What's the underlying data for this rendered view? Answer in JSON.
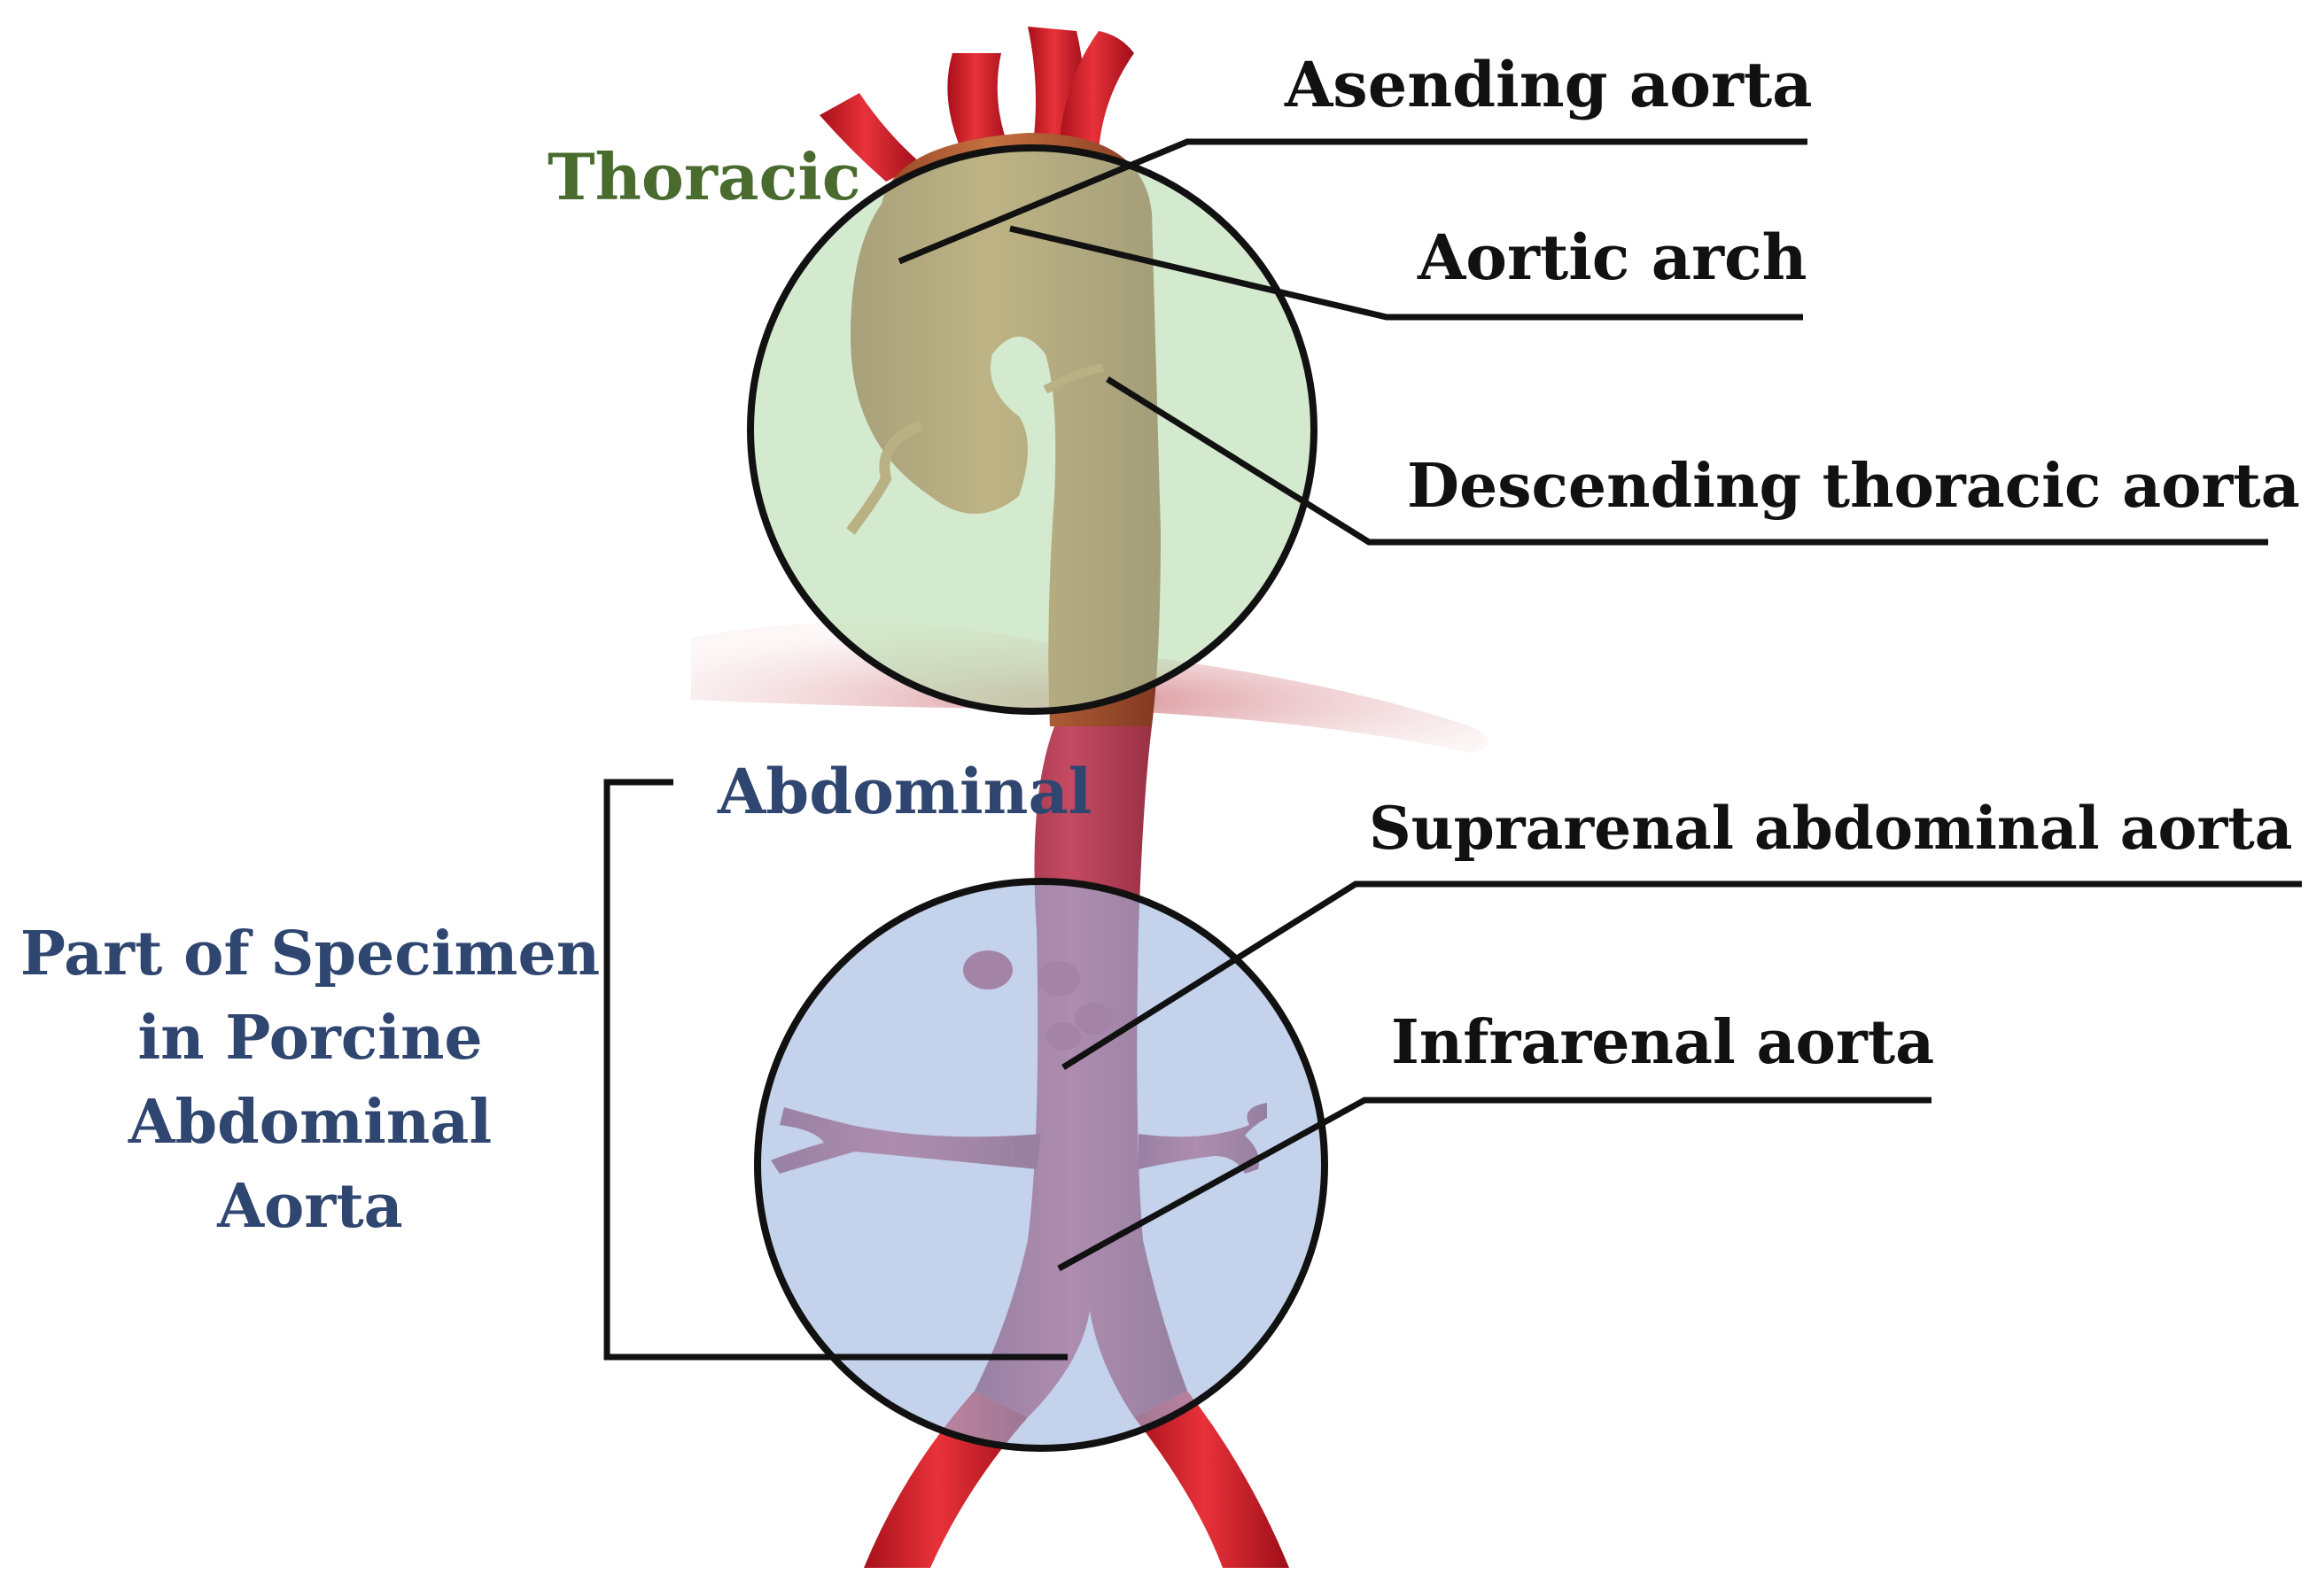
{
  "regions": {
    "thoracic": "Thoracic",
    "abdominal": "Abdominal"
  },
  "labels": {
    "ascending_aorta": "Asending aorta",
    "aortic_arch": "Aortic arch",
    "descending_thoracic_aorta": "Descending thoracic aorta",
    "suprarenal_abdominal_aorta": "Suprarenal abdominal aorta",
    "infrarenal_aorta": "Infrarenal aorta"
  },
  "specimen": {
    "line1": "Part of Specimen",
    "line2": "in Porcine",
    "line3": "Abdominal",
    "line4": "Aorta"
  },
  "colors": {
    "thoracic_text": "#4a6b2e",
    "abdominal_text": "#2f4670",
    "label_text": "#111111",
    "thoracic_fill": "#b9ddb0",
    "abdominal_fill": "#9fb6de",
    "artery_red": "#d8202a",
    "thoracic_aorta": "#b05a36",
    "abdominal_aorta": "#b03c52"
  }
}
